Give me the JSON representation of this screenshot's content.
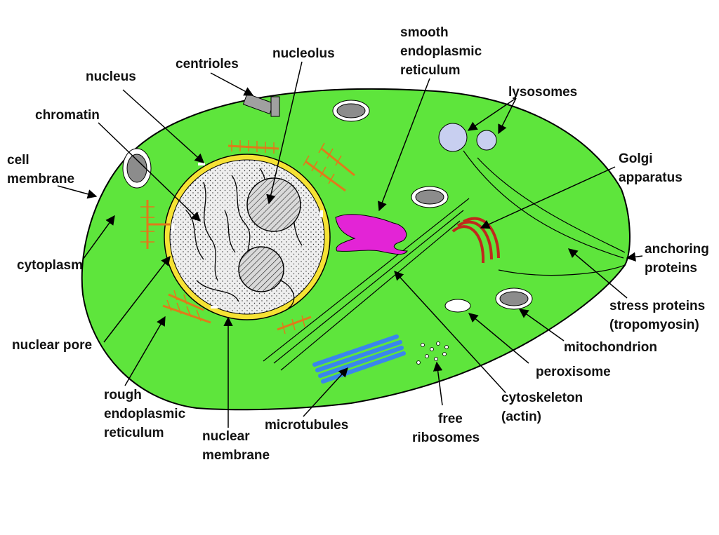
{
  "colors": {
    "cytoplasm": "#5ee53c",
    "nucleus_membrane": "#f6e234",
    "nucleoplasm": "#eeeeee",
    "rough_er": "#e07a1a",
    "smooth_er": "#e324d6",
    "golgi": "#c0281c",
    "microtubules": "#3a86ec",
    "lysosomes": "#c8cff0",
    "mitochondrion": "#8c8c8c",
    "outline": "#000000"
  },
  "labels": {
    "nucleus": "nucleus",
    "centrioles": "centrioles",
    "nucleolus": "nucleolus",
    "smooth_er_1": "smooth",
    "smooth_er_2": "endoplasmic",
    "smooth_er_3": "reticulum",
    "lysosomes": "lysosomes",
    "chromatin": "chromatin",
    "golgi_1": "Golgi",
    "golgi_2": "apparatus",
    "cell_membrane_1": "cell",
    "cell_membrane_2": "membrane",
    "anchoring_1": "anchoring",
    "anchoring_2": "proteins",
    "cytoplasm": "cytoplasm",
    "stress_1": "stress proteins",
    "stress_2": "(tropomyosin)",
    "mitochondrion": "mitochondrion",
    "nuclear_pore": "nuclear pore",
    "peroxisome": "peroxisome",
    "rough_er_1": "rough",
    "rough_er_2": "endoplasmic",
    "rough_er_3": "reticulum",
    "cytoskeleton_1": "cytoskeleton",
    "cytoskeleton_2": "(actin)",
    "free_ribosomes_1": "free",
    "free_ribosomes_2": "ribosomes",
    "microtubules": "microtubules",
    "nuclear_membrane_1": "nuclear",
    "nuclear_membrane_2": "membrane"
  }
}
